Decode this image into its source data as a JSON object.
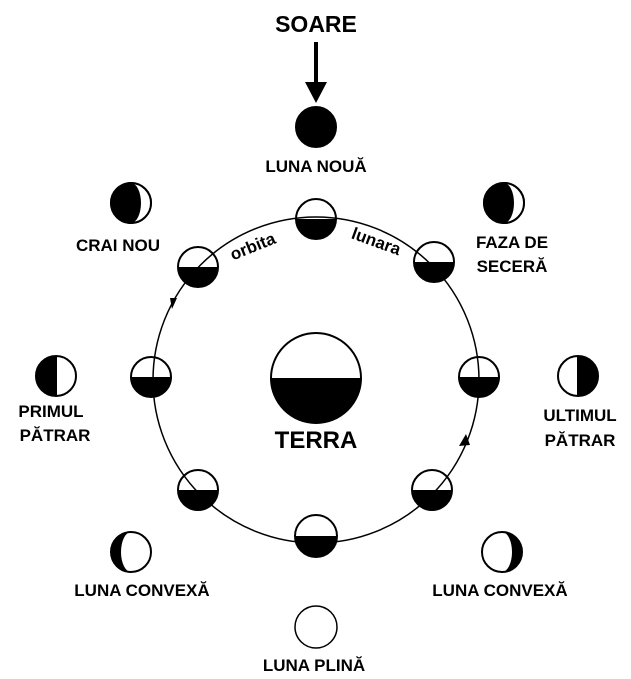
{
  "colors": {
    "ink": "#000000",
    "paper": "#ffffff"
  },
  "sun": {
    "label": "SOARE"
  },
  "earth": {
    "label": "TERRA"
  },
  "orbit": {
    "label_left": "orbita",
    "label_right": "lunara"
  },
  "phases": {
    "new_moon": "LUNA NOUĂ",
    "crescent_left": "CRAI NOU",
    "crescent_right_1": "FAZA DE",
    "crescent_right_2": "SECERĂ",
    "first_quarter_1": "PRIMUL",
    "first_quarter_2": "PĂTRAR",
    "last_quarter_1": "ULTIMUL",
    "last_quarter_2": "PĂTRAR",
    "gibbous_left": "LUNA CONVEXĂ",
    "gibbous_right": "LUNA CONVEXĂ",
    "full_moon": "LUNA PLINĂ"
  }
}
